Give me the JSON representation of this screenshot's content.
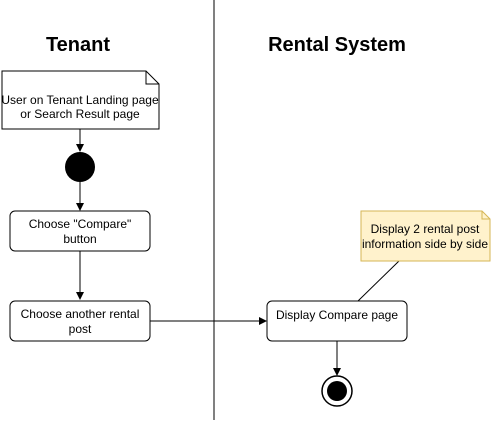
{
  "lanes": {
    "tenant": "Tenant",
    "system": "Rental System"
  },
  "nodes": {
    "start_note": [
      "User on Tenant Landing page",
      "or Search Result page"
    ],
    "choose_compare": [
      "Choose \"Compare\"",
      "button"
    ],
    "choose_another": [
      "Choose another rental",
      "post"
    ],
    "display_compare": [
      "Display Compare page"
    ],
    "system_note": [
      "Display 2 rental post",
      "information side by side"
    ]
  },
  "colors": {
    "stroke": "#000000",
    "note_fill": "#fff2cc",
    "note_stroke": "#d6b656",
    "initial_fill": "#000000",
    "box_fill": "#ffffff"
  }
}
